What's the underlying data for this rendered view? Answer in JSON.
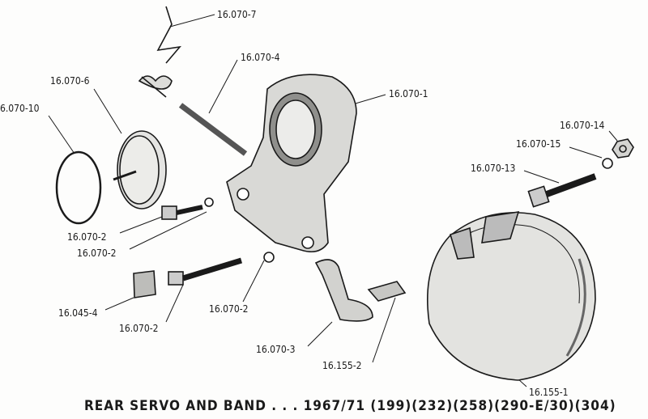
{
  "labels": {
    "spring": "16.070-7",
    "pin": "16.070-4",
    "piston": "16.070-6",
    "o_ring": "6.070-10",
    "servo_body": "16.070-1",
    "nut": "16.070-14",
    "washer_right": "16.070-15",
    "adjusting_screw": "16.070-13",
    "bolt_upper": "16.070-2",
    "washer_upper": "16.070-2",
    "plate": "16.045-4",
    "bolt_lower": "16.070-2",
    "washer_lower": "16.070-2",
    "lever": "16.070-3",
    "strut": "16.155-2",
    "band": "16.155-1"
  },
  "caption": "REAR SERVO AND BAND . . . 1967/71 (199)(232)(258)(290-E/30)(304)"
}
